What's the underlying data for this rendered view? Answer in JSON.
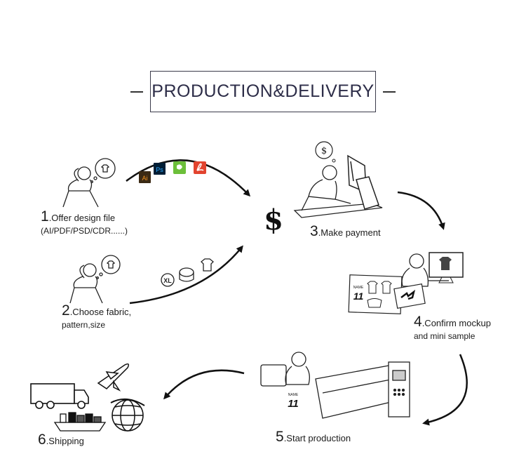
{
  "title": "PRODUCTION&DELIVERY",
  "steps": [
    {
      "num": "1",
      "label": ".Offer design file",
      "sub": "(AI/PDF/PSD/CDR......)"
    },
    {
      "num": "2",
      "label": ".Choose fabric,",
      "sub": "pattern,size"
    },
    {
      "num": "3",
      "label": ".Make payment",
      "sub": ""
    },
    {
      "num": "4",
      "label": ".Confirm mockup",
      "sub": "and mini sample"
    },
    {
      "num": "5",
      "label": ".Start production",
      "sub": ""
    },
    {
      "num": "6",
      "label": ".Shipping",
      "sub": ""
    }
  ],
  "file_icons": {
    "ai": "Ai",
    "ps": "Ps"
  },
  "size_badge": "XL",
  "payment_symbol": "$",
  "bubble_symbol": "$",
  "mockup_sample": {
    "name": "NAME",
    "number": "11"
  },
  "icons": [
    "illustrator-icon",
    "photoshop-icon",
    "coreldraw-icon",
    "pdf-icon",
    "size-tag-icon",
    "fabric-roll-icon",
    "tshirt-icon",
    "airplane-icon",
    "truck-icon",
    "cargo-ship-icon",
    "globe-icon",
    "computer-icon"
  ],
  "colors": {
    "title": "#2d2d48",
    "ai_orange": "#f7941d",
    "ai_dark": "#3b2a14",
    "ps_blue": "#31a8ff",
    "ps_dark": "#001e36",
    "cdr_green": "#6cbf3a",
    "pdf_red": "#e2442f"
  }
}
